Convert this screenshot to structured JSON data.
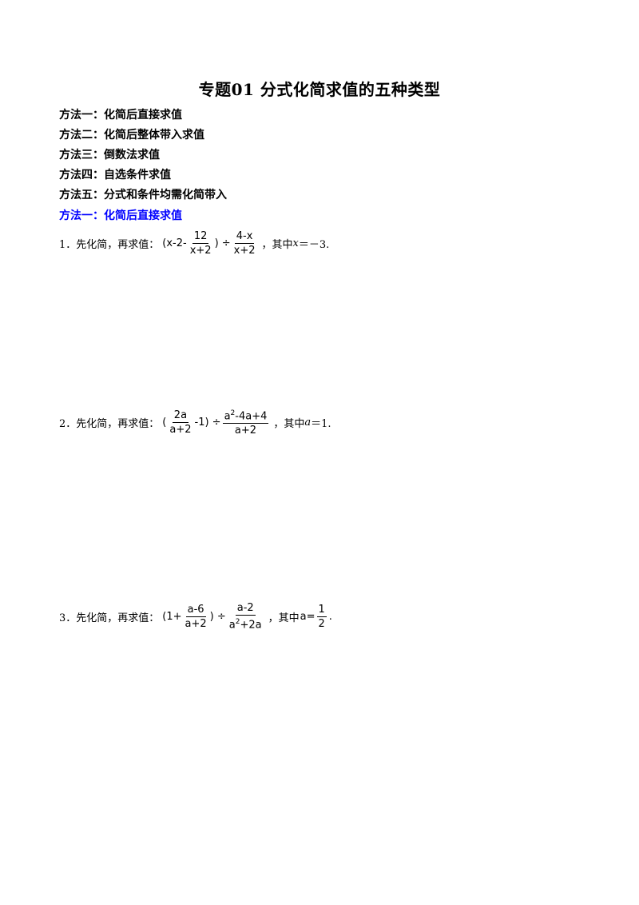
{
  "title": "专题01  分式化简求值的五种类型",
  "methods": [
    "方法一：化简后直接求值",
    "方法二：化简后整体带入求值",
    "方法三：倒数法求值",
    "方法四：自选条件求值",
    "方法五：分式和条件均需化简带入"
  ],
  "section_heading": "方法一：化简后直接求值",
  "problems": [
    {
      "prefix": "1．先化简，再求值：",
      "formula": {
        "open": "(x-2-",
        "frac1_num": "12",
        "frac1_den": "x+2",
        "mid": ") ÷",
        "frac2_num": "4-x",
        "frac2_den": "x+2"
      },
      "cond_pre": "，其中",
      "var": "x",
      "cond_post": "＝－3."
    },
    {
      "prefix": "2．先化简，再求值：",
      "formula": {
        "open": "(",
        "frac1_num": "2a",
        "frac1_den": "a+2",
        "mid": "-1) ÷",
        "frac2_num_base": "a",
        "frac2_num_exp": "2",
        "frac2_num_rest": "-4a+4",
        "frac2_den": "a+2"
      },
      "cond_pre": "，其中",
      "var": "a",
      "cond_post": "＝1."
    },
    {
      "prefix": "3．先化简，再求值：",
      "formula": {
        "open": "(1+",
        "frac1_num": "a-6",
        "frac1_den": "a+2",
        "mid": ") ÷",
        "frac2_num": "a-2",
        "frac2_den_base": "a",
        "frac2_den_exp": "2",
        "frac2_den_rest": "+2a"
      },
      "cond_pre": "，其中",
      "cond_var": "a=",
      "cond_frac_num": "1",
      "cond_frac_den": "2",
      "cond_post": "."
    }
  ]
}
